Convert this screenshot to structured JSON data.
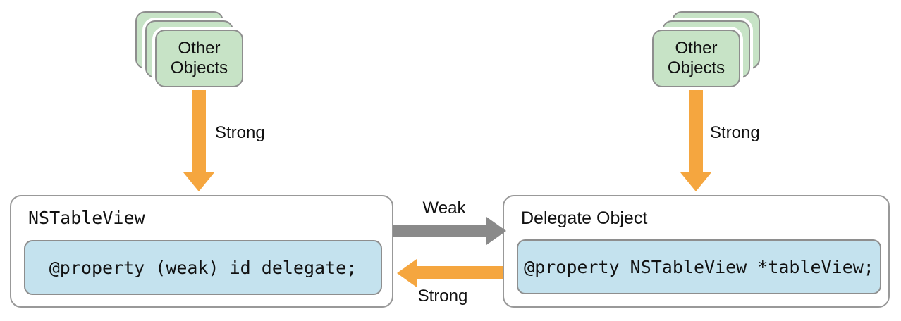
{
  "colors": {
    "orange": "#F5A63F",
    "arrow-gray": "#8A8A8A",
    "green": "#C7E3C6",
    "blue": "#C4E2EE",
    "card-border": "#8E8E8E",
    "box-border": "#999999"
  },
  "stacks": {
    "left": {
      "lines": [
        "Other",
        "Objects"
      ]
    },
    "right": {
      "lines": [
        "Other",
        "Objects"
      ]
    }
  },
  "arrows": {
    "left_down_label": "Strong",
    "right_down_label": "Strong",
    "weak_label": "Weak",
    "strong_back_label": "Strong"
  },
  "boxes": {
    "left": {
      "title": "NSTableView",
      "code": "@property (weak) id delegate;"
    },
    "right": {
      "title": "Delegate Object",
      "code": "@property NSTableView *tableView;"
    }
  }
}
